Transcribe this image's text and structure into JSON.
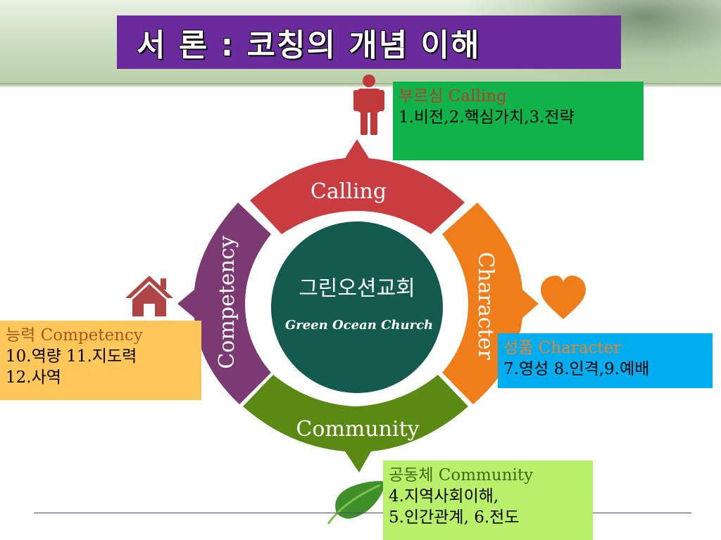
{
  "title": "서 론 : 코칭의 개념 이해",
  "center": {
    "korean": "그린오션교회",
    "english": "Green Ocean Church"
  },
  "ring": {
    "top": "Calling",
    "right": "Character",
    "bottom": "Community",
    "left": "Competency"
  },
  "boxes": {
    "calling": {
      "title": "부르심 Calling",
      "body": [
        "1.비전,2.핵심가치,3.전략"
      ]
    },
    "competency": {
      "title": "능력 Competency",
      "body": [
        "10.역량 11.지도력",
        "12.사역"
      ]
    },
    "character": {
      "title": "성품 Character",
      "body": [
        "7.영성 8.인격,9.예배"
      ]
    },
    "community": {
      "title": "공동체 Community",
      "body": [
        "4.지역사회이해,",
        "5.인간관계, 6.전도"
      ]
    }
  },
  "icons": {
    "calling": "person-icon",
    "competency": "house-icon",
    "character": "heart-icon",
    "community": "leaf-icon"
  },
  "colors": {
    "title_bg": "#6a2c9c",
    "calling": "#c93c3f",
    "character": "#ee7d1a",
    "community": "#5a8a14",
    "competency": "#7b3a72",
    "center": "#145a4e"
  }
}
